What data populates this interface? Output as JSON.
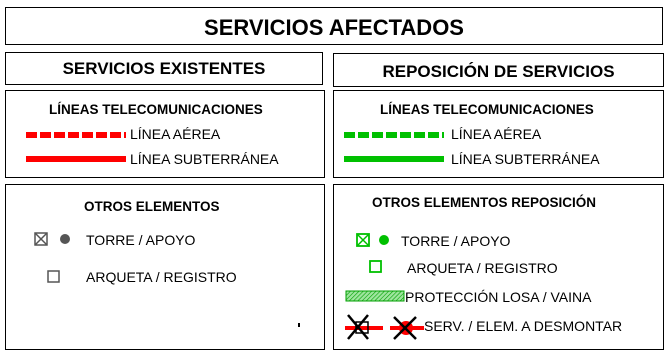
{
  "title": "SERVICIOS AFECTADOS",
  "left": {
    "header": "SERVICIOS EXISTENTES",
    "telecom": {
      "heading": "LÍNEAS TELECOMUNICACIONES",
      "aerial_label": "LÍNEA AÉREA",
      "underground_label": "LÍNEA SUBTERRÁNEA"
    },
    "others": {
      "heading": "OTROS ELEMENTOS",
      "tower_label": "TORRE / APOYO",
      "manhole_label": "ARQUETA / REGISTRO"
    }
  },
  "right": {
    "header": "REPOSICIÓN DE SERVICIOS",
    "telecom": {
      "heading": "LÍNEAS TELECOMUNICACIONES",
      "aerial_label": "LÍNEA AÉREA",
      "underground_label": "LÍNEA SUBTERRÁNEA"
    },
    "others": {
      "heading": "OTROS ELEMENTOS REPOSICIÓN",
      "tower_label": "TORRE / APOYO",
      "manhole_label": "ARQUETA / REGISTRO",
      "protection_label": "PROTECCIÓN LOSA / VAINA",
      "dismantle_label": "SERV. / ELEM. A DESMONTAR"
    }
  },
  "colors": {
    "existing": "#ff0000",
    "replacement": "#00c000",
    "dismantle_cross": "#000000",
    "border": "#000000"
  }
}
